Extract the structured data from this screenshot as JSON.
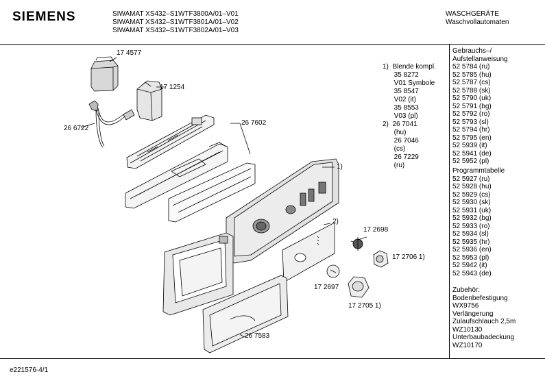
{
  "header": {
    "brand": "SIEMENS",
    "models": [
      "SIWAMAT XS432–S1WTF3800A/01–V01",
      "SIWAMAT XS432–S1WTF3801A/01–V02",
      "SIWAMAT XS432–S1WTF3802A/01–V03"
    ],
    "category": "WASCHGERÄTE",
    "subcategory": "Waschvollautomaten"
  },
  "notes": [
    "1)  Blende kompl.",
    "      35 8272",
    "      V01 Symbole",
    "      35 8547",
    "      V02 (it)",
    "      35 8553",
    "      V03 (pl)",
    "2)  26 7041",
    "      (hu)",
    "      26 7046",
    "      (cs)",
    "      26 7229",
    "      (ru)"
  ],
  "part_labels": {
    "p174577": "17 4577",
    "p171254": "17 1254",
    "p266722": "26 6722",
    "p267602": "26 7602",
    "ref1": "1)",
    "ref2": "2)",
    "p172698": "17 2698",
    "p172706": "17 2706 1)",
    "p172697": "17 2697",
    "p172705": "17 2705 1)",
    "p267583": "26 7583"
  },
  "sidebar": {
    "manual_title": [
      "Gebrauchs–/",
      "Aufstellanweisung"
    ],
    "manuals": [
      "52 5784 (ru)",
      "52 5785 (hu)",
      "52 5787 (cs)",
      "52 5788 (sk)",
      "52 5790 (uk)",
      "52 5791 (bg)",
      "52 5792 (ro)",
      "52 5793 (sl)",
      "52 5794 (hr)",
      "52 5795 (en)",
      "52 5939 (it)",
      "52 5941 (de)",
      "52 5952 (pl)"
    ],
    "program_title": "Programmtabelle",
    "programs": [
      "52 5927 (ru)",
      "52 5928 (hu)",
      "52 5929 (cs)",
      "52 5930 (sk)",
      "52 5931 (uk)",
      "52 5932 (bg)",
      "52 5933 (ro)",
      "52 5934 (sl)",
      "52 5935 (hr)",
      "52 5936 (en)",
      "52 5953 (pl)",
      "52 5942 (it)",
      "52 5943 (de)"
    ],
    "accessories": [
      "Zubehör:",
      "Bodenbefestigung",
      "WX9756",
      "Verlängerung",
      "Zulaufschlauch 2,5m",
      "WZ10130",
      "Unterbaubadeckung",
      "WZ10170"
    ]
  },
  "footer": {
    "doc_id": "e221576-4/1"
  }
}
